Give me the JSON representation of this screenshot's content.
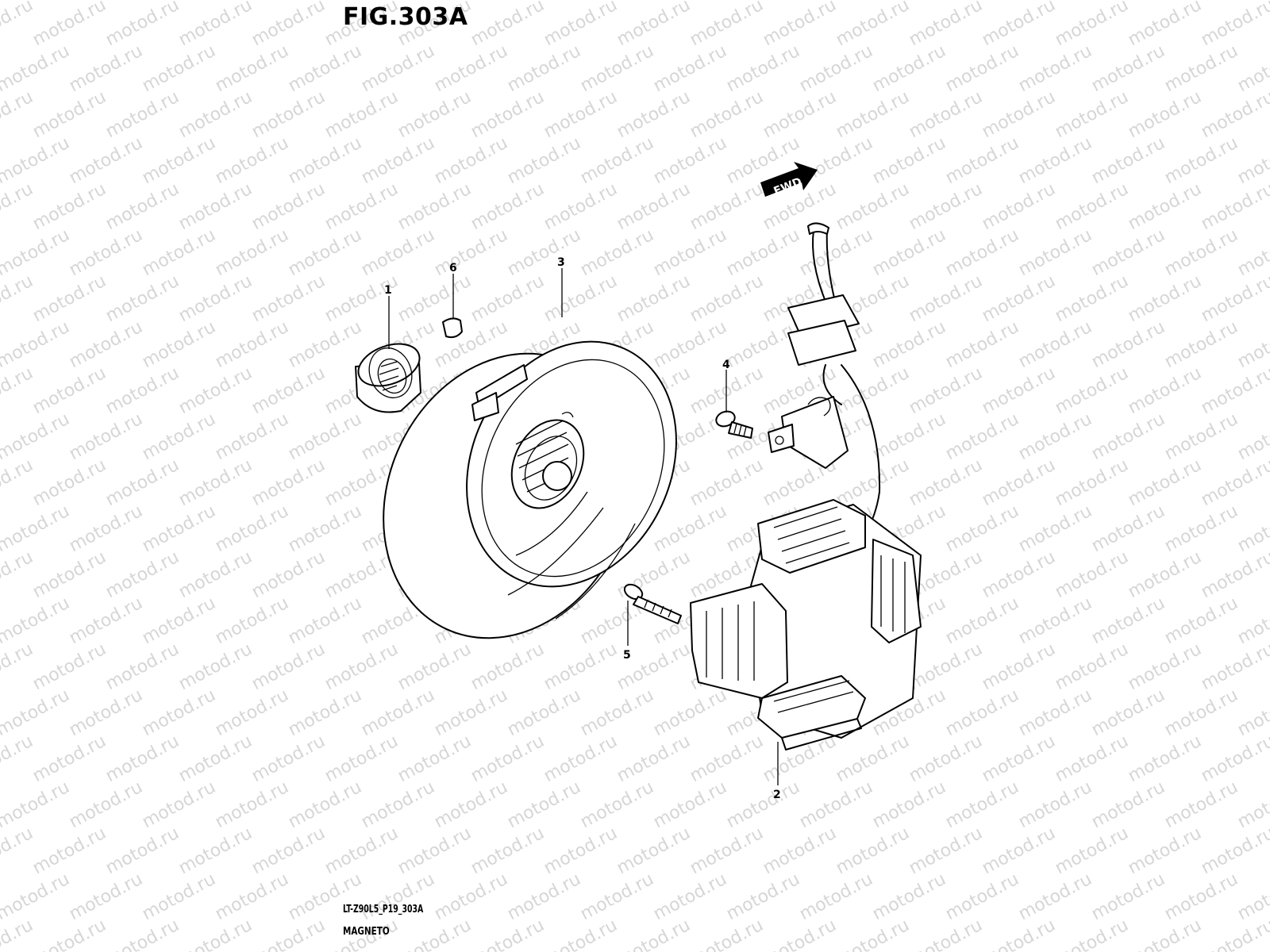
{
  "figure": {
    "title": "FIG.303A",
    "code": "LT-Z90L5_P19_303A",
    "name": "MAGNETO"
  },
  "watermark": {
    "text": "motod.ru"
  },
  "fwd_badge": {
    "label": "FWD"
  },
  "callouts": [
    {
      "id": "1",
      "label": "1"
    },
    {
      "id": "2",
      "label": "2"
    },
    {
      "id": "3",
      "label": "3"
    },
    {
      "id": "4",
      "label": "4"
    },
    {
      "id": "5",
      "label": "5"
    },
    {
      "id": "6",
      "label": "6"
    }
  ]
}
